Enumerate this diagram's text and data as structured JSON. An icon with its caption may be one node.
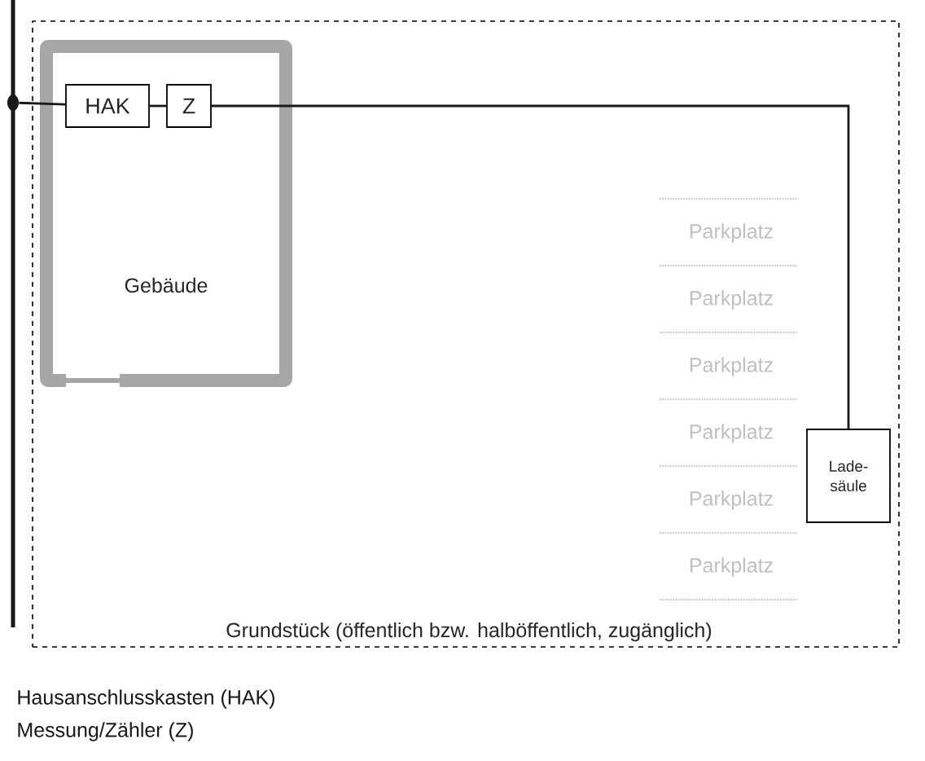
{
  "diagram": {
    "nodes": [
      {
        "text": [
          "Grundstück (öffentlich bzw. halböffentlich, zugänglich)"
        ]
      },
      {
        "text": [
          "Gebäude"
        ],
        "in": 0
      },
      {
        "text": [
          "HAK"
        ],
        "in": 1
      },
      {
        "text": [
          "Z"
        ],
        "in": 1
      },
      {
        "text": [
          "Lade- säule"
        ],
        "in": 0
      },
      {
        "text": [],
        "shape": "circle"
      }
    ],
    "edges": [
      {
        "from": 5,
        "to": 2,
        "arrow": "none"
      },
      {
        "from": 2,
        "to": 3,
        "arrow": "none"
      },
      {
        "from": 3,
        "to": 4,
        "arrow": "none"
      }
    ],
    "labels": [
      "Parkplatz",
      "Parkplatz",
      "Parkplatz",
      "Parkplatz",
      "Parkplatz",
      "Parkplatz",
      "Hausanschlusskasten (HAK)",
      "Messung/Zähler (Z)"
    ]
  }
}
